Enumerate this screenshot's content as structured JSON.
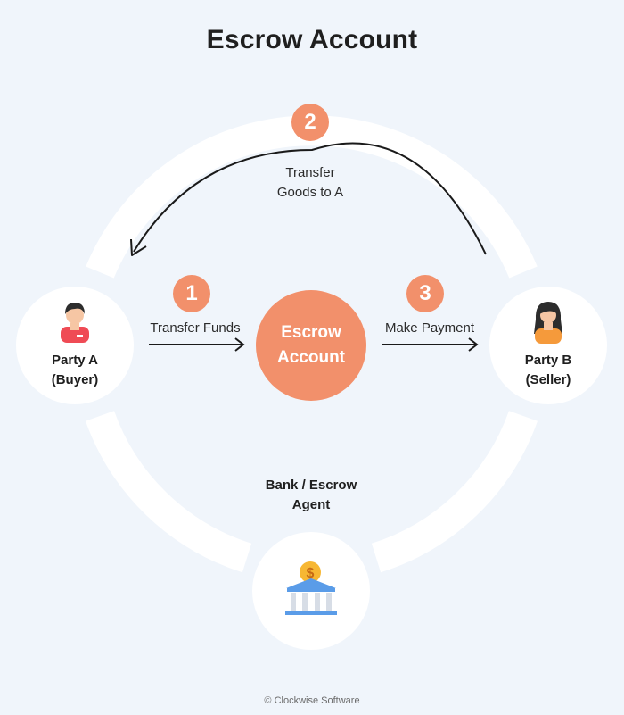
{
  "title": "Escrow Account",
  "center": {
    "label": "Escrow\nAccount"
  },
  "party_a": {
    "label": "Party A\n(Buyer)",
    "icon": "man-avatar-icon"
  },
  "party_b": {
    "label": "Party B\n(Seller)",
    "icon": "woman-avatar-icon"
  },
  "bank": {
    "label": "Bank / Escrow\nAgent",
    "icon": "bank-dollar-icon"
  },
  "steps": [
    {
      "number": "1",
      "label": "Transfer Funds"
    },
    {
      "number": "2",
      "label": "Transfer\nGoods to A"
    },
    {
      "number": "3",
      "label": "Make Payment"
    }
  ],
  "footer": "© Clockwise Software",
  "colors": {
    "accent": "#f2906b",
    "background": "#f0f5fb",
    "ring": "#ffffff"
  }
}
